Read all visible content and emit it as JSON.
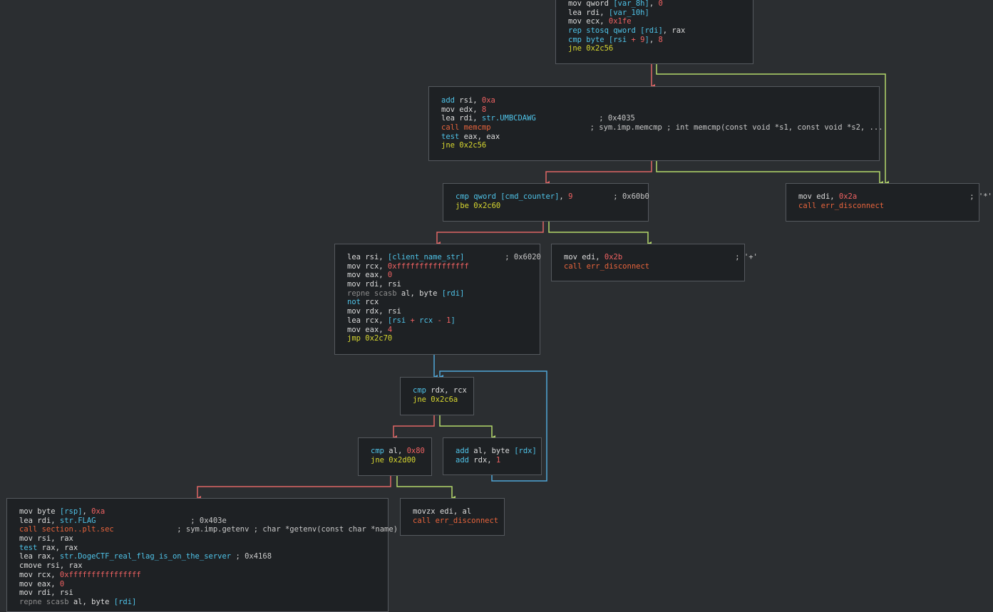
{
  "blocks": [
    {
      "id": "block-entry",
      "lines": [
        [
          [
            "mov ",
            "mnem"
          ],
          [
            "qword ",
            "reg"
          ],
          [
            "[var_8h]",
            "br"
          ],
          [
            ", ",
            "reg"
          ],
          [
            "0",
            "num"
          ]
        ],
        [
          [
            "lea ",
            "mnem"
          ],
          [
            "rdi, ",
            "reg"
          ],
          [
            "[var_10h]",
            "br"
          ]
        ],
        [
          [
            "mov ",
            "mnem"
          ],
          [
            "ecx, ",
            "reg"
          ],
          [
            "0x1fe",
            "num"
          ]
        ],
        [
          [
            "rep stosq ",
            "cmp"
          ],
          [
            "qword ",
            "cmp"
          ],
          [
            "[rdi]",
            "br"
          ],
          [
            ", rax",
            "reg"
          ]
        ],
        [
          [
            "cmp ",
            "cmp"
          ],
          [
            "byte ",
            "cmp"
          ],
          [
            "[rsi ",
            "br"
          ],
          [
            "+ ",
            "num"
          ],
          [
            "9",
            "num"
          ],
          [
            "]",
            "br"
          ],
          [
            ", ",
            "reg"
          ],
          [
            "8",
            "num"
          ]
        ],
        [
          [
            "jne ",
            "jmp"
          ],
          [
            "0x2c56",
            "jmp"
          ]
        ]
      ]
    },
    {
      "id": "block-memcmp",
      "lines": [
        [
          [
            "add ",
            "cmp"
          ],
          [
            "rsi, ",
            "reg"
          ],
          [
            "0xa",
            "num"
          ]
        ],
        [
          [
            "mov ",
            "mnem"
          ],
          [
            "edx, ",
            "reg"
          ],
          [
            "8",
            "num"
          ]
        ],
        [
          [
            "lea ",
            "mnem"
          ],
          [
            "rdi, ",
            "reg"
          ],
          [
            "str.UMBCDAWG",
            "str"
          ],
          [
            "              ; 0x4035",
            "cmt"
          ]
        ],
        [
          [
            "call ",
            "call"
          ],
          [
            "memcmp",
            "call"
          ],
          [
            "                      ; sym.imp.memcmp ; int memcmp(const void *s1, const void *s2, ...",
            "cmt"
          ]
        ],
        [
          [
            "test ",
            "cmp"
          ],
          [
            "eax, eax",
            "reg"
          ]
        ],
        [
          [
            "jne ",
            "jmp"
          ],
          [
            "0x2c56",
            "jmp"
          ]
        ]
      ]
    },
    {
      "id": "block-cmd-counter",
      "lines": [
        [
          [
            "cmp ",
            "cmp"
          ],
          [
            "qword ",
            "cmp"
          ],
          [
            "[cmd_counter]",
            "br"
          ],
          [
            ", ",
            "reg"
          ],
          [
            "9",
            "num"
          ],
          [
            "         ; 0x60b0",
            "cmt"
          ]
        ],
        [
          [
            "jbe ",
            "jmp"
          ],
          [
            "0x2c60",
            "jmp"
          ]
        ]
      ]
    },
    {
      "id": "block-err-2a",
      "lines": [
        [
          [
            "mov ",
            "mnem"
          ],
          [
            "edi, ",
            "reg"
          ],
          [
            "0x2a",
            "num"
          ],
          [
            "                         ; '*'",
            "cmt"
          ]
        ],
        [
          [
            "call ",
            "call"
          ],
          [
            "err_disconnect",
            "call"
          ]
        ]
      ]
    },
    {
      "id": "block-strlen",
      "lines": [
        [
          [
            "lea ",
            "mnem"
          ],
          [
            "rsi, ",
            "reg"
          ],
          [
            "[client_name_str]",
            "br"
          ],
          [
            "         ; 0x6020",
            "cmt"
          ]
        ],
        [
          [
            "mov ",
            "mnem"
          ],
          [
            "rcx, ",
            "reg"
          ],
          [
            "0xffffffffffffffff",
            "num"
          ]
        ],
        [
          [
            "mov ",
            "mnem"
          ],
          [
            "eax, ",
            "reg"
          ],
          [
            "0",
            "num"
          ]
        ],
        [
          [
            "mov ",
            "mnem"
          ],
          [
            "rdi, rsi",
            "reg"
          ]
        ],
        [
          [
            "repne scasb ",
            "gray"
          ],
          [
            "al, ",
            "reg"
          ],
          [
            "byte ",
            "reg"
          ],
          [
            "[rdi]",
            "br"
          ]
        ],
        [
          [
            "not ",
            "cmp"
          ],
          [
            "rcx",
            "reg"
          ]
        ],
        [
          [
            "mov ",
            "mnem"
          ],
          [
            "rdx, rsi",
            "reg"
          ]
        ],
        [
          [
            "lea ",
            "mnem"
          ],
          [
            "rcx, ",
            "reg"
          ],
          [
            "[rsi ",
            "br"
          ],
          [
            "+ ",
            "num"
          ],
          [
            "rcx ",
            "br"
          ],
          [
            "- ",
            "num"
          ],
          [
            "1",
            "num"
          ],
          [
            "]",
            "br"
          ]
        ],
        [
          [
            "mov ",
            "mnem"
          ],
          [
            "eax, ",
            "reg"
          ],
          [
            "4",
            "num"
          ]
        ],
        [
          [
            "jmp ",
            "jmp"
          ],
          [
            "0x2c70",
            "jmp"
          ]
        ]
      ]
    },
    {
      "id": "block-err-2b",
      "lines": [
        [
          [
            "mov ",
            "mnem"
          ],
          [
            "edi, ",
            "reg"
          ],
          [
            "0x2b",
            "num"
          ],
          [
            "                         ; '+'",
            "cmt"
          ]
        ],
        [
          [
            "call ",
            "call"
          ],
          [
            "err_disconnect",
            "call"
          ]
        ]
      ]
    },
    {
      "id": "block-loop-cmp",
      "lines": [
        [
          [
            "cmp ",
            "cmp"
          ],
          [
            "rdx, rcx",
            "reg"
          ]
        ],
        [
          [
            "jne ",
            "jmp"
          ],
          [
            "0x2c6a",
            "jmp"
          ]
        ]
      ]
    },
    {
      "id": "block-cmp-80",
      "lines": [
        [
          [
            "cmp ",
            "cmp"
          ],
          [
            "al, ",
            "reg"
          ],
          [
            "0x80",
            "num"
          ]
        ],
        [
          [
            "jne ",
            "jmp"
          ],
          [
            "0x2d00",
            "jmp"
          ]
        ]
      ]
    },
    {
      "id": "block-add-al",
      "lines": [
        [
          [
            "add ",
            "cmp"
          ],
          [
            "al, ",
            "reg"
          ],
          [
            "byte ",
            "reg"
          ],
          [
            "[rdx]",
            "br"
          ]
        ],
        [
          [
            "add ",
            "cmp"
          ],
          [
            "rdx, ",
            "reg"
          ],
          [
            "1",
            "num"
          ]
        ]
      ]
    },
    {
      "id": "block-getenv",
      "lines": [
        [
          [
            "mov ",
            "mnem"
          ],
          [
            "byte ",
            "reg"
          ],
          [
            "[rsp]",
            "br"
          ],
          [
            ", ",
            "reg"
          ],
          [
            "0xa",
            "num"
          ]
        ],
        [
          [
            "lea ",
            "mnem"
          ],
          [
            "rdi, ",
            "reg"
          ],
          [
            "str.FLAG",
            "str"
          ],
          [
            "                     ; 0x403e",
            "cmt"
          ]
        ],
        [
          [
            "call ",
            "call"
          ],
          [
            "section..plt.sec",
            "call"
          ],
          [
            "              ; sym.imp.getenv ; char *getenv(const char *name)",
            "cmt"
          ]
        ],
        [
          [
            "mov ",
            "mnem"
          ],
          [
            "rsi, rax",
            "reg"
          ]
        ],
        [
          [
            "test ",
            "cmp"
          ],
          [
            "rax, rax",
            "reg"
          ]
        ],
        [
          [
            "lea ",
            "mnem"
          ],
          [
            "rax, ",
            "reg"
          ],
          [
            "str.DogeCTF_real_flag_is_on_the_server",
            "str"
          ],
          [
            " ; 0x4168",
            "cmt"
          ]
        ],
        [
          [
            "cmove ",
            "mnem"
          ],
          [
            "rsi, rax",
            "reg"
          ]
        ],
        [
          [
            "mov ",
            "mnem"
          ],
          [
            "rcx, ",
            "reg"
          ],
          [
            "0xffffffffffffffff",
            "num"
          ]
        ],
        [
          [
            "mov ",
            "mnem"
          ],
          [
            "eax, ",
            "reg"
          ],
          [
            "0",
            "num"
          ]
        ],
        [
          [
            "mov ",
            "mnem"
          ],
          [
            "rdi, rsi",
            "reg"
          ]
        ],
        [
          [
            "repne scasb ",
            "gray"
          ],
          [
            "al, ",
            "reg"
          ],
          [
            "byte ",
            "reg"
          ],
          [
            "[rdi]",
            "br"
          ]
        ]
      ]
    },
    {
      "id": "block-err-al",
      "lines": [
        [
          [
            "movzx ",
            "mnem"
          ],
          [
            "edi, ",
            "reg"
          ],
          [
            "al",
            "reg"
          ]
        ],
        [
          [
            "call ",
            "call"
          ],
          [
            "err_disconnect",
            "call"
          ]
        ]
      ]
    }
  ],
  "colors": {
    "background": "#2b2e31",
    "block_background": "#1e2124",
    "edge_true": "#b5d86a",
    "edge_false": "#e06666",
    "edge_jump": "#4fa6d8"
  }
}
